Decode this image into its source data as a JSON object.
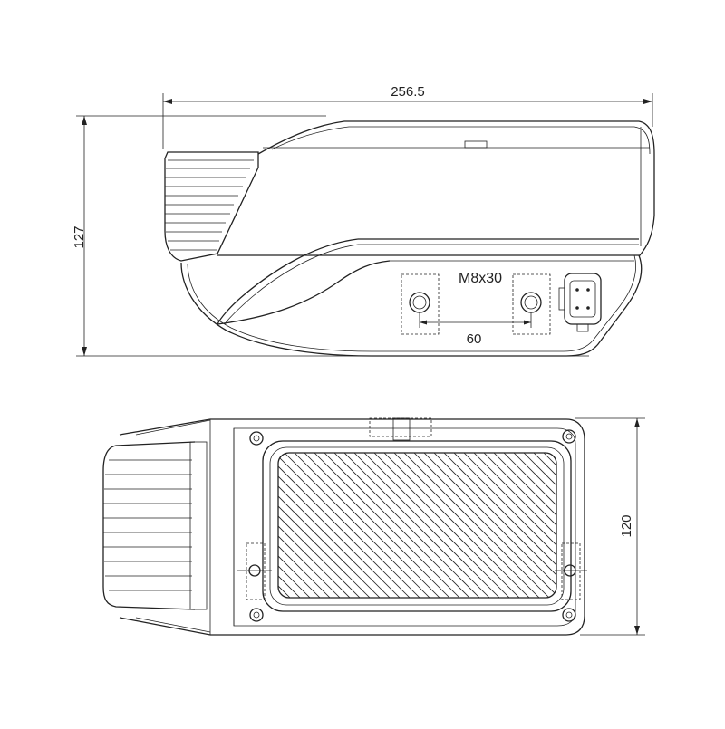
{
  "dimensions": {
    "overall_length": "256.5",
    "overall_height": "127",
    "overall_width": "120",
    "bolt_spacing": "60"
  },
  "callouts": {
    "bolt_spec": "M8x30"
  },
  "colors": {
    "line": "#222222",
    "background": "#ffffff"
  }
}
